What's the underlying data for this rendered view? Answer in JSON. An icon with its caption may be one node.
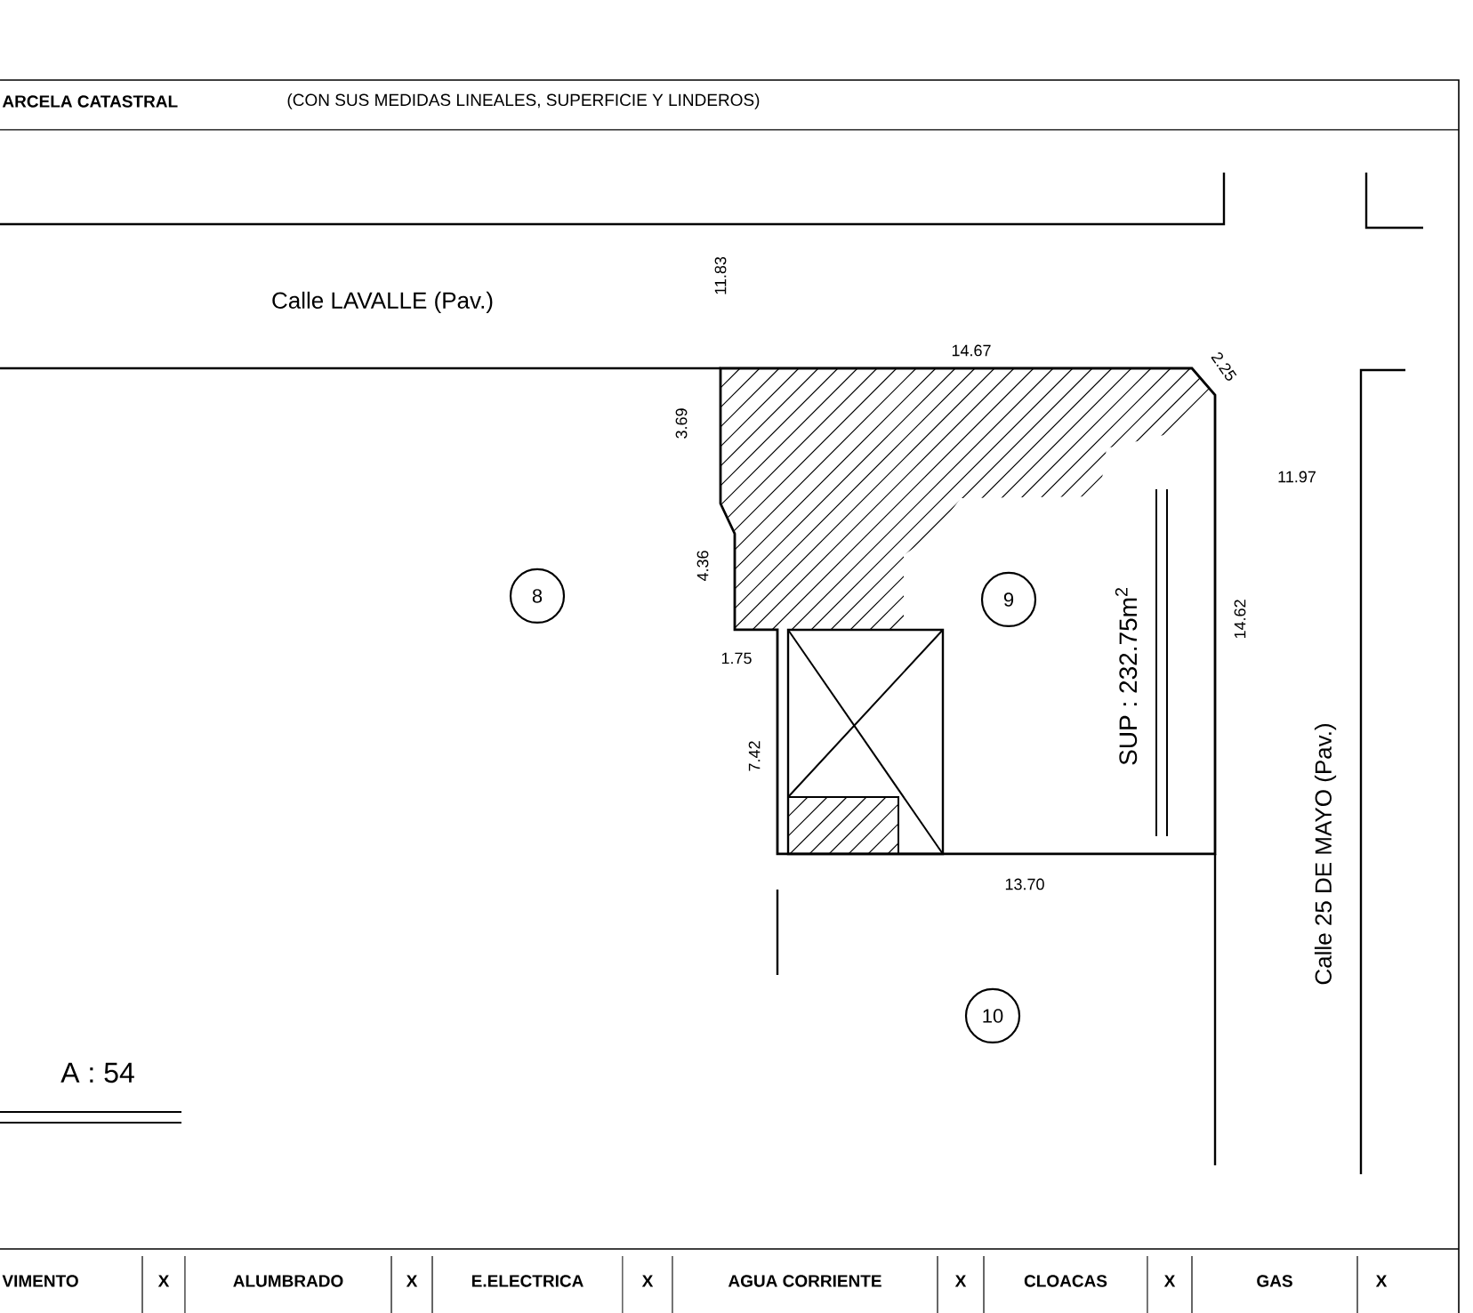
{
  "diagram": {
    "nodes": [
      {
        "text": [
          "8"
        ]
      },
      {
        "text": [
          "9"
        ]
      },
      {
        "text": [
          "10"
        ]
      }
    ],
    "labels": [
      "ARCELA CATASTRAL",
      "(CON SUS MEDIDAS LINEALES, SUPERFICIE Y LINDEROS)",
      "Calle LAVALLE (Pav.)",
      "11.83",
      "14.67",
      "2.25",
      "3.69",
      "4.36",
      "1.75",
      "7.42",
      "SUP : 232.75m$^{2}$",
      "14.62",
      "11.97",
      "13.70",
      "Calle 25 DE MAYO (Pav.)",
      "A : 54",
      "VIMENTO",
      "X",
      "ALUMBRADO",
      "X",
      "E.ELECTRICA",
      "X",
      "AGUA CORRIENTE",
      "X",
      "CLOACAS",
      "X",
      "GAS",
      "X"
    ]
  }
}
